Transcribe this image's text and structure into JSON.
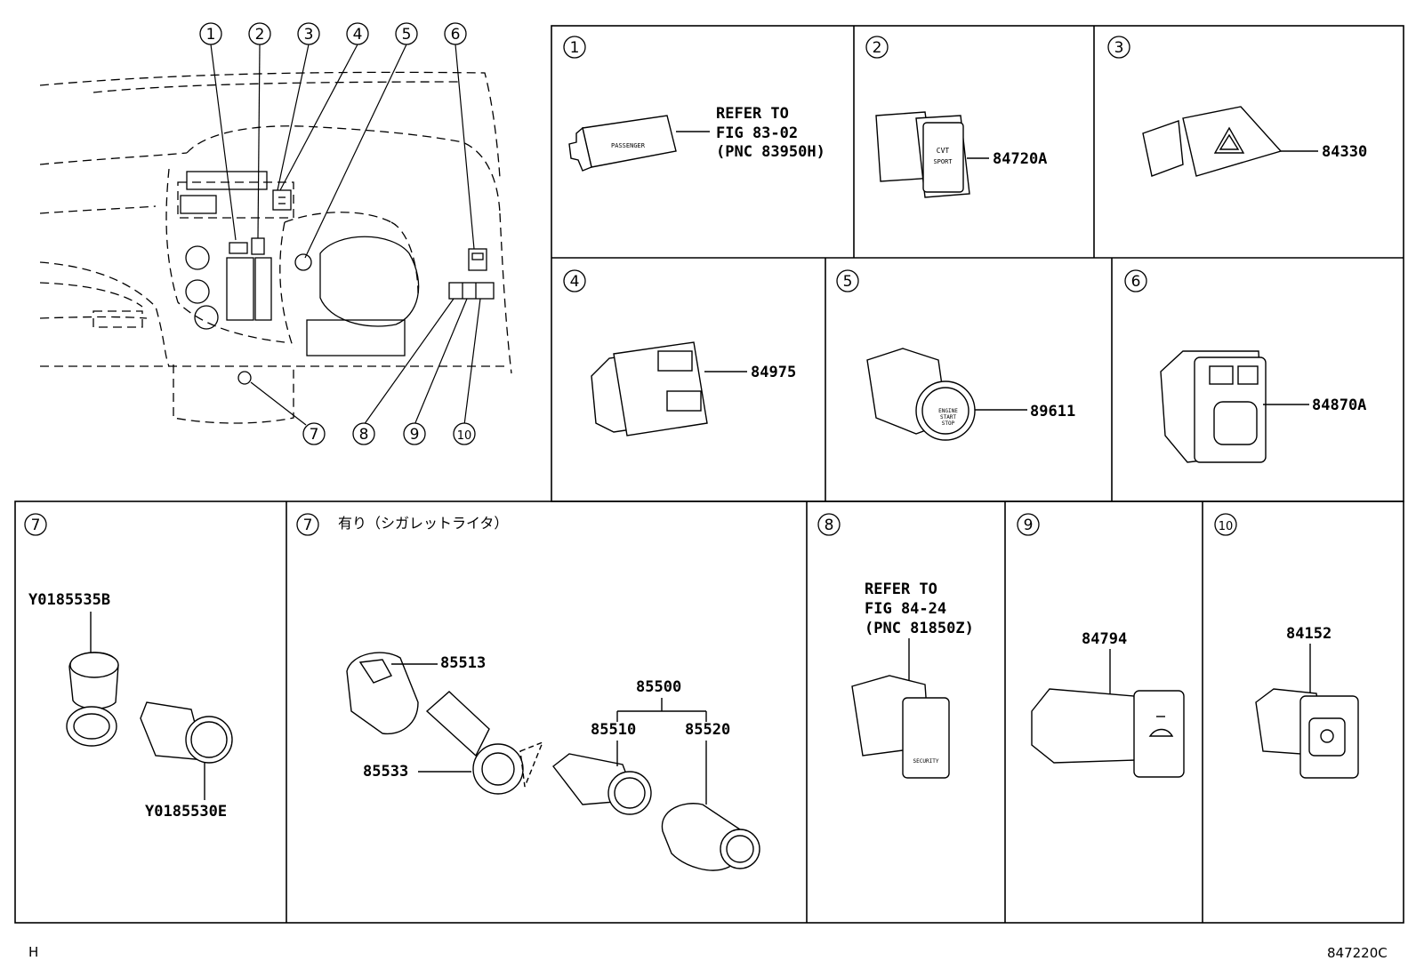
{
  "overview": {
    "callouts_top": [
      "1",
      "2",
      "3",
      "4",
      "5",
      "6"
    ],
    "callouts_bottom": [
      "7",
      "8",
      "9",
      "10"
    ]
  },
  "panels": [
    {
      "id": "p1",
      "num": "1",
      "parts": [],
      "refer": [
        "REFER TO",
        "FIG 83-02",
        "(PNC 83950H)"
      ],
      "button_text": "PASSENGER"
    },
    {
      "id": "p2",
      "num": "2",
      "parts": [
        "84720A"
      ],
      "button_text": [
        "CVT",
        "SPORT"
      ]
    },
    {
      "id": "p3",
      "num": "3",
      "parts": [
        "84330"
      ]
    },
    {
      "id": "p4",
      "num": "4",
      "parts": [
        "84975"
      ]
    },
    {
      "id": "p5",
      "num": "5",
      "parts": [
        "89611"
      ],
      "button_text": [
        "ENGINE",
        "START",
        "STOP"
      ]
    },
    {
      "id": "p6",
      "num": "6",
      "parts": [
        "84870A"
      ]
    },
    {
      "id": "p7a",
      "num": "7",
      "parts": [
        "Y0185535B",
        "Y0185530E"
      ]
    },
    {
      "id": "p7b",
      "num": "7",
      "title": "有り（シガレットライタ）",
      "parts": [
        "85513",
        "85533",
        "85500",
        "85510",
        "85520"
      ]
    },
    {
      "id": "p8",
      "num": "8",
      "parts": [],
      "refer": [
        "REFER TO",
        "FIG 84-24",
        "(PNC 81850Z)"
      ],
      "button_text": "SECURITY"
    },
    {
      "id": "p9",
      "num": "9",
      "parts": [
        "84794"
      ]
    },
    {
      "id": "p10",
      "num": "10",
      "parts": [
        "84152"
      ]
    }
  ],
  "footer": {
    "left": "H",
    "right": "847220C"
  }
}
